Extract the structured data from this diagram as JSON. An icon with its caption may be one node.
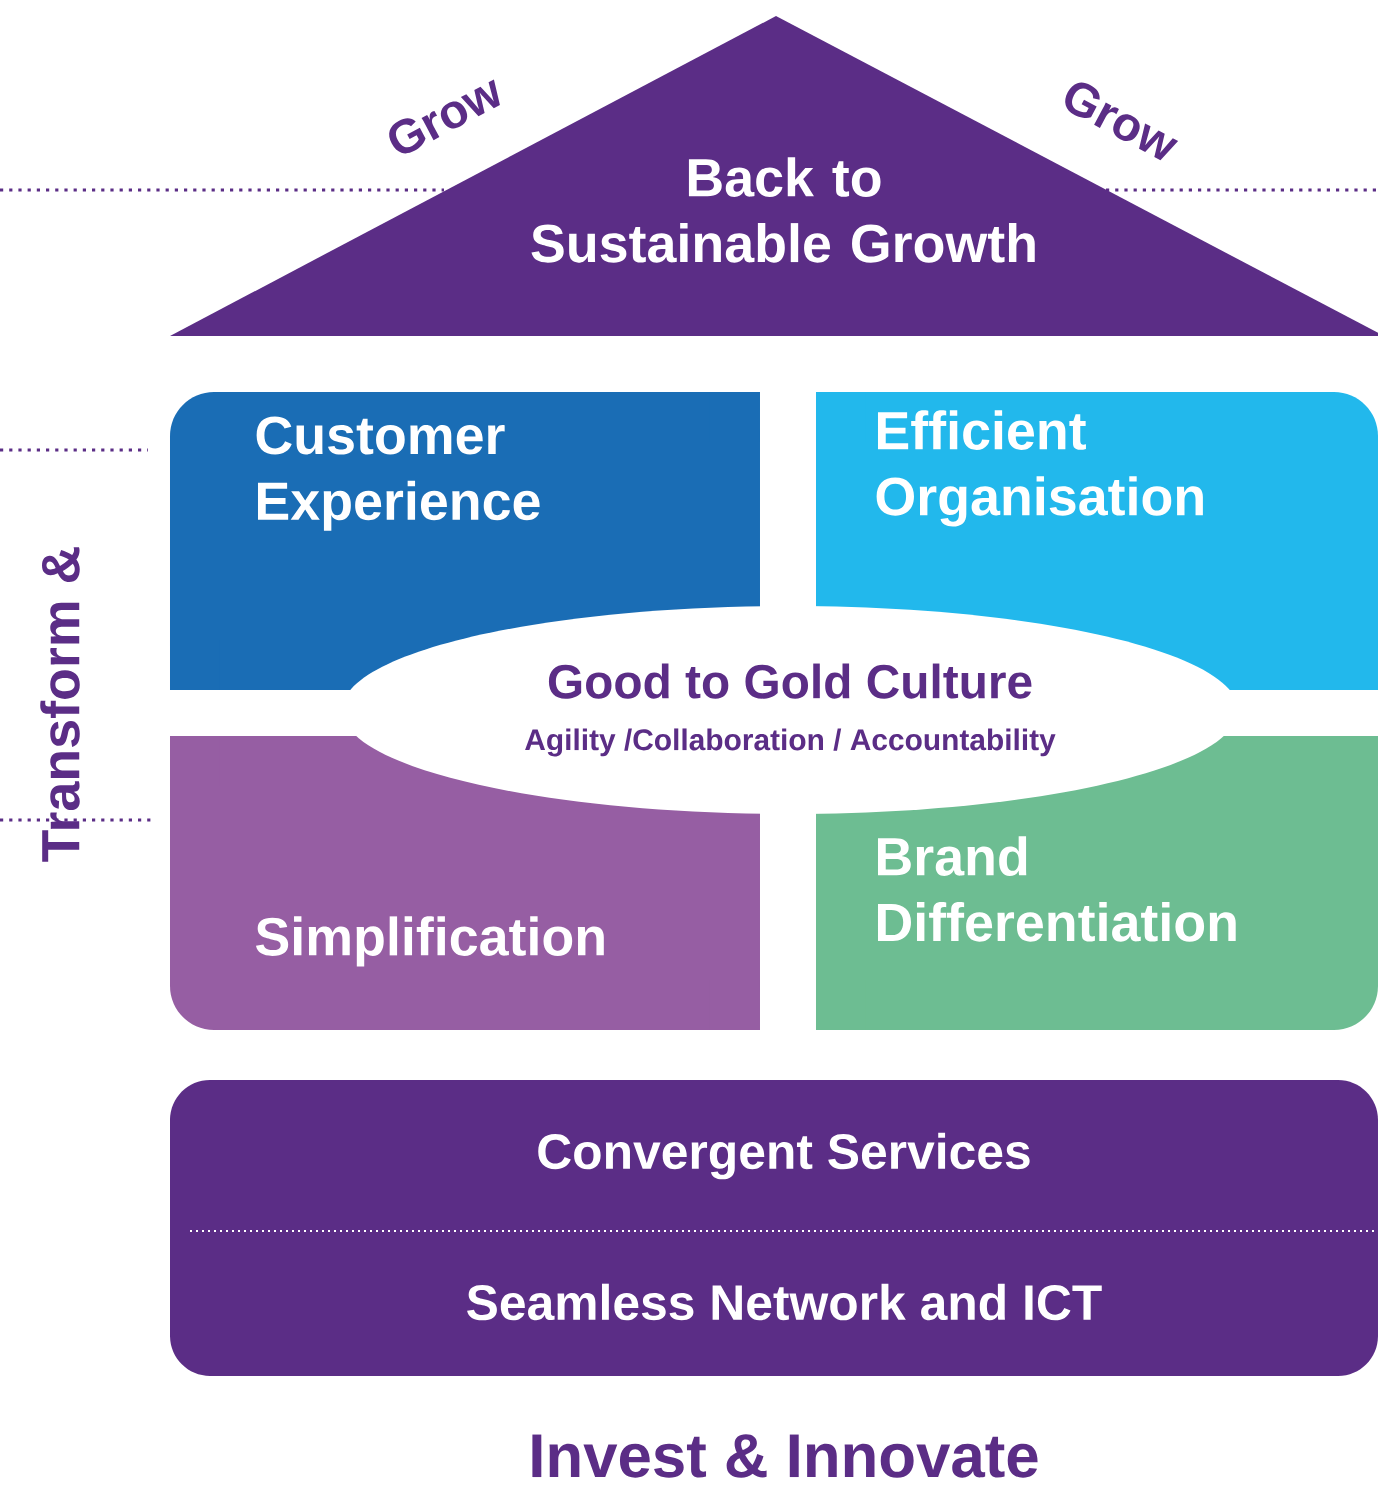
{
  "diagram": {
    "nodes": [
      {
        "text": [
          "Back to Sustainable Growth"
        ]
      },
      {
        "text": [
          "Customer Experience"
        ]
      },
      {
        "text": [
          "Efficient Organisation"
        ]
      },
      {
        "text": [
          "Simplification"
        ]
      },
      {
        "text": [
          "Brand Differentiation"
        ]
      },
      {
        "text": [
          "Good to Gold Culture",
          "Agility /Collaboration / Accountability"
        ]
      },
      {
        "text": [
          "Convergent Services",
          "Seamless Network and ICT"
        ]
      }
    ],
    "labels": [
      "Grow",
      "Grow",
      "Transform &",
      "Invest & Innovate"
    ]
  }
}
